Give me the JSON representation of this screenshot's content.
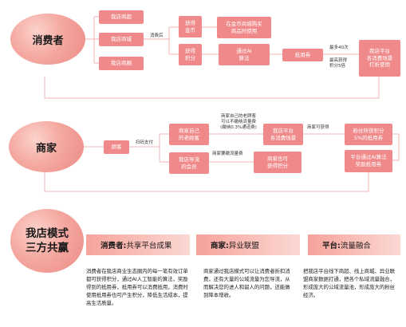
{
  "colors": {
    "box": "#f08a8a",
    "circle": "#f4a8a0",
    "line": "#f3b5b0",
    "tab": "#f6a39b"
  },
  "consumer": {
    "title": "消费者",
    "stores": [
      "我店商超",
      "我店商城",
      "我店商圈"
    ],
    "after_consume": "消费后",
    "get_coins": "获得\n金币",
    "coins_use": "在金币商城购买\n商品时使用",
    "get_points": "获得\n积分",
    "ai_algo": "通过AI\n算法",
    "voucher": "抵用券",
    "max_40x": "最多40次",
    "max_points": "最高获得\n积分5倍",
    "platform_use": "我店平台\n各消费场景\n打折使用"
  },
  "merchant": {
    "title": "商家",
    "customer": "顾客",
    "scan_pay": "扫码支付",
    "own_customers": "商家自己\n的老顾客",
    "old_customer_note": "商家自己的老顾客\n可以不缴纳流量费\n(缴纳0.3%通道费)",
    "guided_members": "我店导流\n的会员",
    "traffic_fee": "商家要缴流量费",
    "platform_scenes": "我店平台\n各消费场景",
    "merchant_points": "商家也可\n获得积分",
    "merchant_can_get": "商家可获得",
    "fan_points": "粉丝所获积分\n5%的抵用券",
    "ai_reward": "平台通过AI算法\n奖励抵用券"
  },
  "model": {
    "title": "我店模式\n三方共赢",
    "tabs": [
      {
        "key": "消费者:",
        "value": "共享平台成果"
      },
      {
        "key": "商家:",
        "value": "异业联盟"
      },
      {
        "key": "平台:",
        "value": "流量融合"
      }
    ],
    "paragraphs": [
      "消费者在我店商业生态圈内的每一笔有效订单都可获得积分，通过AI人工智能的算法，奖励得到的抵用券，抵用券可以消费抵用，消费时使用抵用券也可产生积分，降低生活成本，提高生活质量。",
      "商家通过我店模式可以让消费者折扣消费，还有大量的公域流量为您导流，从而解决您的进人和留人的问题，还能做到降本增收。",
      "把我店平台线下商超、线上商城、异业联盟商家数据打通，把各个私域流量融合，形成庞大的公域流量池，形成庞大的粉丝经济。"
    ]
  }
}
